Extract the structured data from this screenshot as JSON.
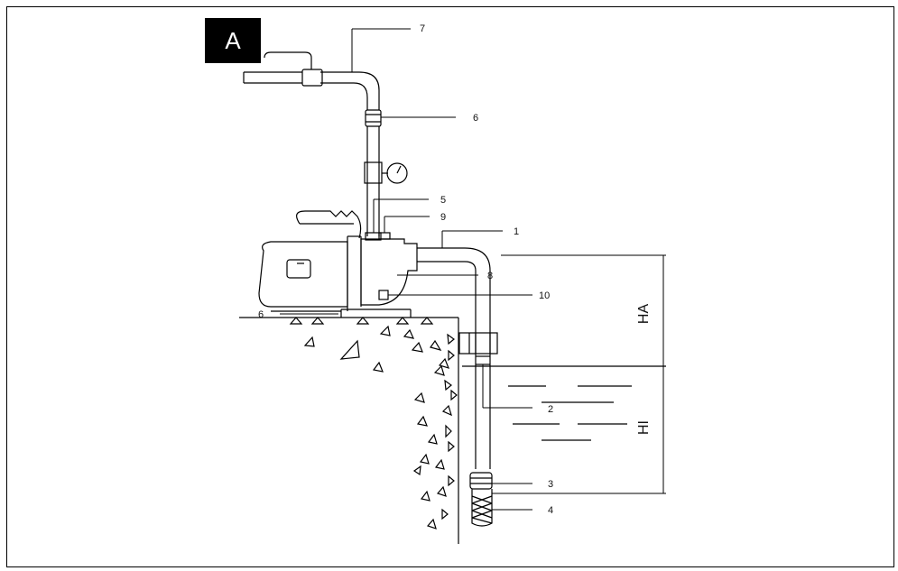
{
  "figure": {
    "badge": "A",
    "callouts": {
      "c1": "1",
      "c2": "2",
      "c3": "3",
      "c4": "4",
      "c5": "5",
      "c6a": "6",
      "c6b": "6",
      "c7": "7",
      "c8": "8",
      "c9": "9",
      "c10": "10"
    },
    "dimensions": {
      "ha": "HA",
      "hi": "HI"
    }
  }
}
